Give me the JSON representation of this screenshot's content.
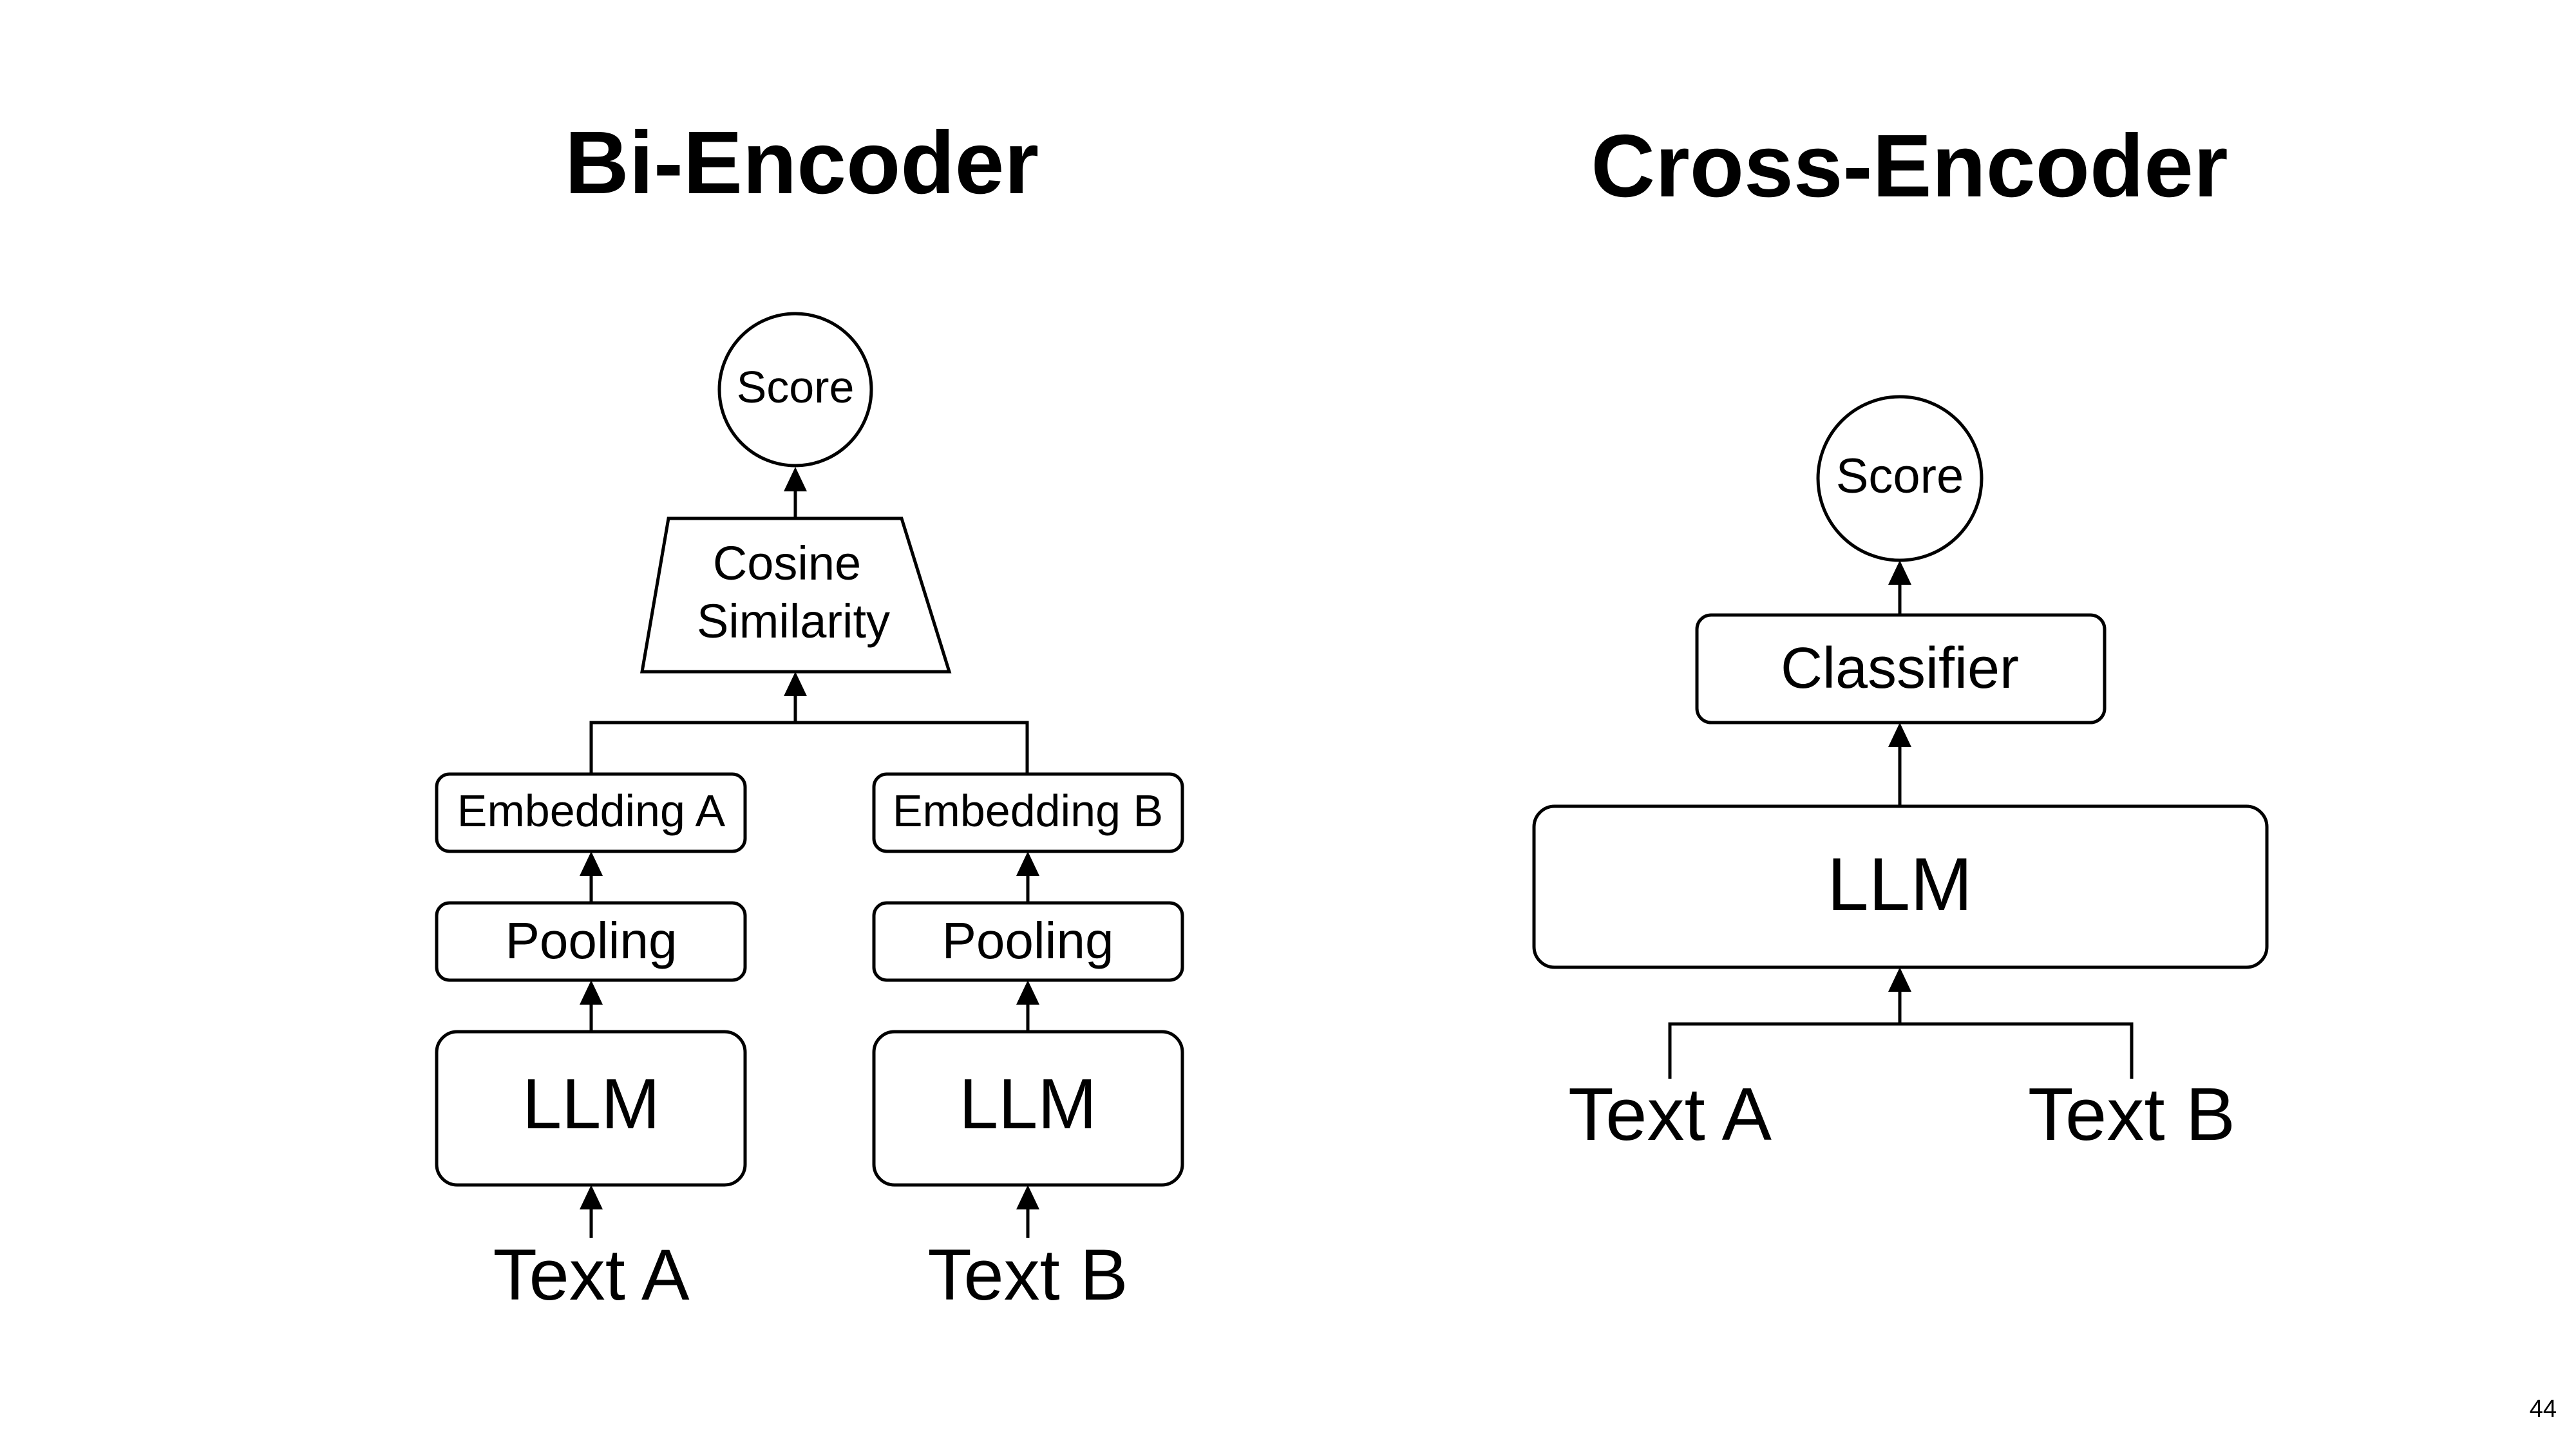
{
  "colors": {
    "background": "#ffffff",
    "stroke": "#000000",
    "text": "#000000"
  },
  "bi_encoder": {
    "title": "Bi-Encoder",
    "score": "Score",
    "similarity": {
      "line1": "Cosine",
      "line2": "Similarity"
    },
    "left": {
      "embedding": "Embedding A",
      "pooling": "Pooling",
      "llm": "LLM",
      "input": "Text A"
    },
    "right": {
      "embedding": "Embedding B",
      "pooling": "Pooling",
      "llm": "LLM",
      "input": "Text B"
    }
  },
  "cross_encoder": {
    "title": "Cross-Encoder",
    "score": "Score",
    "classifier": "Classifier",
    "llm": "LLM",
    "input_a": "Text A",
    "input_b": "Text B"
  },
  "page_number": "44"
}
